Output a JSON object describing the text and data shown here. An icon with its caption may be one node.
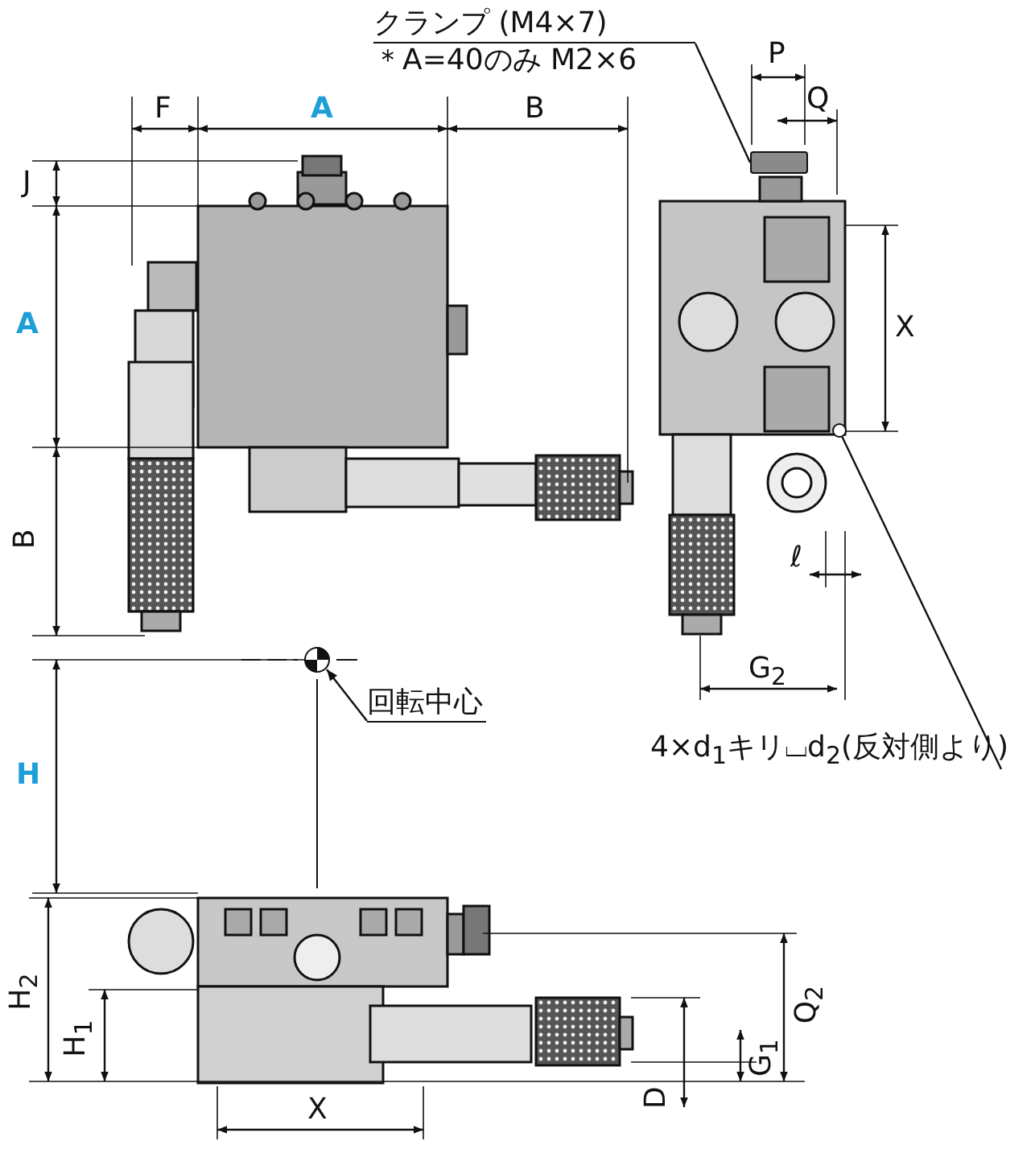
{
  "diagram": {
    "nodes": [
      {
        "text": [
          "クランプ (M4×7)",
          "＊A=40のみ M2×6"
        ]
      },
      {
        "text": [],
        "shape": "box"
      },
      {
        "text": [
          "回転中心"
        ]
      },
      {
        "text": [],
        "shape": "circle"
      },
      {
        "text": [
          "4×d$_{1}$キリ⌴d$_{2}$(反対側より)"
        ]
      },
      {
        "text": [],
        "shape": "circle"
      }
    ],
    "edges": [
      {
        "from": 0,
        "to": 1,
        "arrow": "none"
      },
      {
        "from": 2,
        "to": 3,
        "arrow": "to"
      },
      {
        "from": 4,
        "to": 5,
        "arrow": "none"
      }
    ],
    "labels": [
      "P",
      "Q",
      "F",
      "A",
      "B",
      "J",
      "A",
      "B",
      "X",
      "ℓ",
      "G$_{2}$",
      "H",
      "H$_{2}$",
      "H$_{1}$",
      "Q$_{2}$",
      "G$_{1}$",
      "D",
      "X"
    ]
  }
}
